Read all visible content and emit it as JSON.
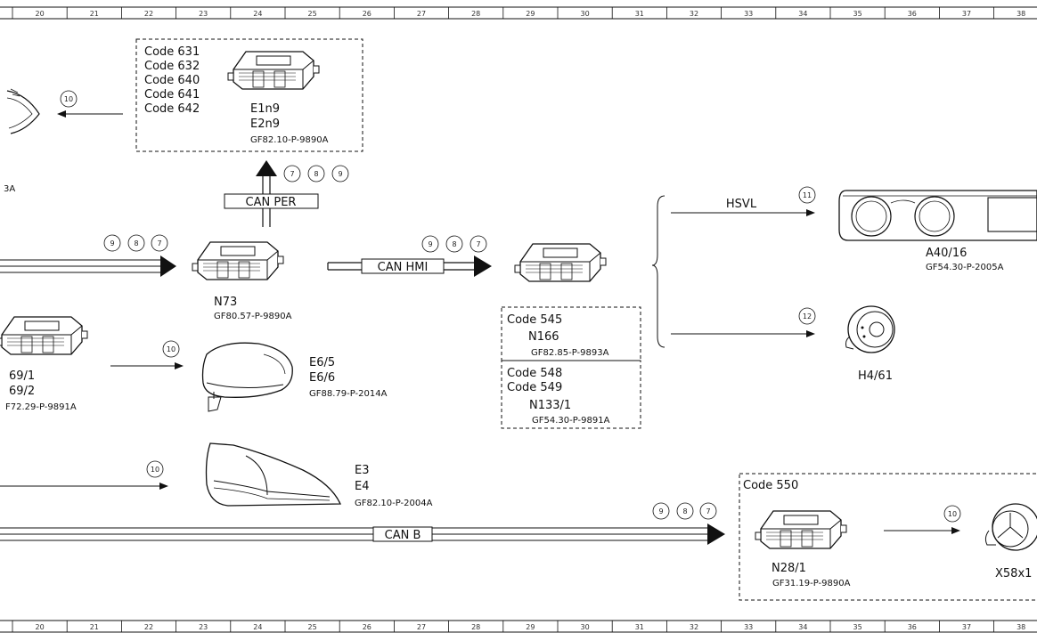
{
  "ruler": {
    "numbers": [
      "20",
      "21",
      "22",
      "23",
      "24",
      "25",
      "26",
      "27",
      "28",
      "29",
      "30",
      "31",
      "32",
      "33",
      "34",
      "35",
      "36",
      "37",
      "38"
    ]
  },
  "top_box": {
    "codes": [
      "Code 631",
      "Code 632",
      "Code 640",
      "Code 641",
      "Code 642"
    ],
    "labels": [
      "E1n9",
      "E2n9"
    ],
    "ref": "GF82.10-P-9890A"
  },
  "can_per": {
    "label": "CAN PER",
    "signals": [
      "7",
      "8",
      "9"
    ]
  },
  "left_partial_label": "3A",
  "mirror_signal": "10",
  "n73": {
    "label": "N73",
    "ref": "GF80.57-P-9890A",
    "signals_in": [
      "9",
      "8",
      "7"
    ]
  },
  "can_hmi": {
    "label": "CAN HMI",
    "signals": [
      "9",
      "8",
      "7"
    ]
  },
  "hsvl": {
    "label": "HSVL",
    "signal": "11"
  },
  "cluster": {
    "label": "A40/16",
    "ref": "GF54.30-P-2005A"
  },
  "h461": {
    "label": "H4/61",
    "signal": "12"
  },
  "code545_box": {
    "code": "Code 545",
    "label": "N166",
    "ref": "GF82.85-P-9893A"
  },
  "code548_box": {
    "codes": [
      "Code 548",
      "Code 549"
    ],
    "label": "N133/1",
    "ref": "GF54.30-P-9891A"
  },
  "left_module": {
    "labels": [
      "69/1",
      "69/2"
    ],
    "ref": "F72.29-P-9891A",
    "signal": "10"
  },
  "mirror": {
    "labels": [
      "E6/5",
      "E6/6"
    ],
    "ref": "GF88.79-P-2014A"
  },
  "taillight": {
    "labels": [
      "E3",
      "E4"
    ],
    "ref": "GF82.10-P-2004A",
    "signal": "10"
  },
  "can_b": {
    "label": "CAN B",
    "signals": [
      "9",
      "8",
      "7"
    ]
  },
  "code550_box": {
    "code": "Code 550",
    "label": "N28/1",
    "ref": "GF31.19-P-9890A",
    "signal": "10",
    "partial_label": "X58x1"
  }
}
